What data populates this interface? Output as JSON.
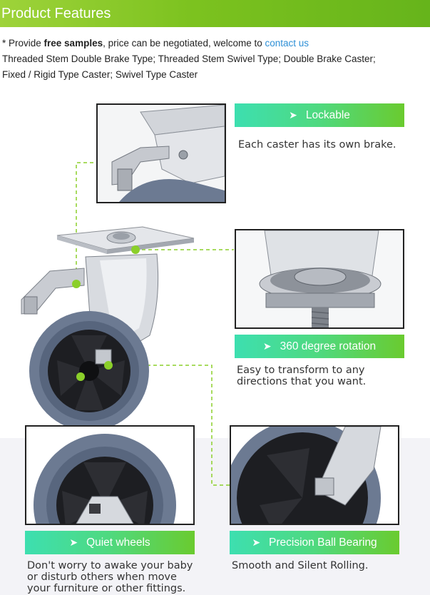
{
  "header": {
    "title": "Product Features"
  },
  "intro": {
    "prefix": "* Provide ",
    "bold": "free samples",
    "middle": ", price can be negotiated, welcome to ",
    "link": "contact us",
    "line2": "Threaded Stem Double Brake Type;  Threaded Stem Swivel Type;  Double Brake Caster;",
    "line3": "Fixed / Rigid Type Caster;  Swivel Type Caster"
  },
  "features": [
    {
      "label": "Lockable",
      "description": "Each caster has its own brake."
    },
    {
      "label": "360 degree rotation",
      "description": "Easy to transform to any directions that you want."
    },
    {
      "label": "Quiet wheels",
      "description": "Don't worry to awake your baby or disturb others when move your furniture or other fittings."
    },
    {
      "label": "Precision Ball Bearing",
      "description": "Smooth and Silent Rolling."
    }
  ],
  "colors": {
    "header_green": "#7cc21f",
    "label_gradient_start": "#3ddfb0",
    "label_gradient_end": "#6acb2f",
    "link_blue": "#2d8fd6",
    "marker_green": "#8bcf2a",
    "wheel_gray": "#6c7a92"
  },
  "icons": {
    "label_arrow": "chevron-right-icon"
  }
}
